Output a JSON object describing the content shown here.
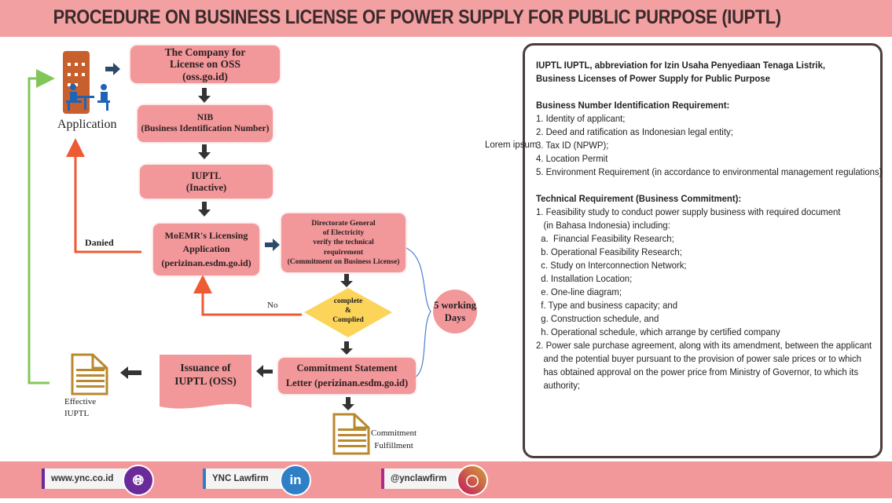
{
  "title": "PROCEDURE ON BUSINESS LICENSE OF POWER SUPPLY FOR PUBLIC PURPOSE (IUPTL)",
  "flow": {
    "application": "Application",
    "company": [
      "The Company for",
      "License on OSS",
      "(oss.go.id)"
    ],
    "nib": [
      "NIB",
      "(Business Identification Number)"
    ],
    "iuptl": [
      "IUPTL",
      "(Inactive)"
    ],
    "moemr": [
      "MoEMR's Licensing",
      "Application",
      "(perizinan.esdm.go.id)"
    ],
    "directorate": [
      "Directorate General",
      "of Electricity",
      "verify the technical",
      "requirement",
      "(Commitment on Business License)"
    ],
    "decision": [
      "complete",
      "&",
      "Complied"
    ],
    "working_days": [
      "5 working",
      "Days"
    ],
    "commitment_letter": [
      "Commitment Statement",
      "Letter (perizinan.esdm.go.id)"
    ],
    "issuance": [
      "Issuance of",
      "IUPTL (OSS)"
    ],
    "effective": [
      "Effective",
      "IUPTL"
    ],
    "fulfillment": [
      "Commitment",
      "Fulfillment"
    ],
    "denied_label": "Danied",
    "no_label": "No",
    "stray_text": "Lorem ipsum"
  },
  "panel": {
    "intro": [
      "IUPTL IUPTL, abbreviation for Izin Usaha Penyediaan Tenaga Listrik,",
      "Business Licenses of Power Supply for Public Purpose"
    ],
    "bnir_heading": "Business Number Identification Requirement:",
    "bnir_items": [
      "1. Identity of applicant;",
      "2. Deed and ratification as Indonesian legal entity;",
      "3. Tax ID (NPWP);",
      "4. Location Permit",
      "5. Environment Requirement (in accordance to environmental management regulations)"
    ],
    "tech_heading": "Technical Requirement (Business Commitment):",
    "tech_items": [
      "1. Feasibility study to conduct power supply business with required document",
      "   (in Bahasa Indonesia) including:",
      "  a.  Financial Feasibility Research;",
      "  b. Operational Feasibility Research;",
      "  c. Study on Interconnection Network;",
      "  d. Installation Location;",
      "  e. One-line diagram;",
      "  f. Type and business capacity; and",
      "  g. Construction schedule, and",
      "  h. Operational schedule, which arrange by certified company",
      "2. Power sale purchase agreement, along with its amendment, between the applicant",
      "   and the potential buyer pursuant to the provision of power sale prices or to which",
      "   has obtained approval on the power price from Ministry of Governor, to which its",
      "   authority;"
    ]
  },
  "footer": {
    "website": "www.ync.co.id",
    "linkedin": "YNC Lawfirm",
    "instagram": "@ynclawfirm",
    "icons": {
      "website": "globe-icon",
      "linkedin": "linkedin-icon",
      "instagram": "instagram-icon"
    }
  },
  "colors": {
    "pink": "#f2979a",
    "diamond": "#fcd45a",
    "red_arrow": "#ee5a32",
    "green_line": "#82c65a",
    "blue_brace": "#4a7fd0",
    "doc_gold": "#b8892e"
  }
}
